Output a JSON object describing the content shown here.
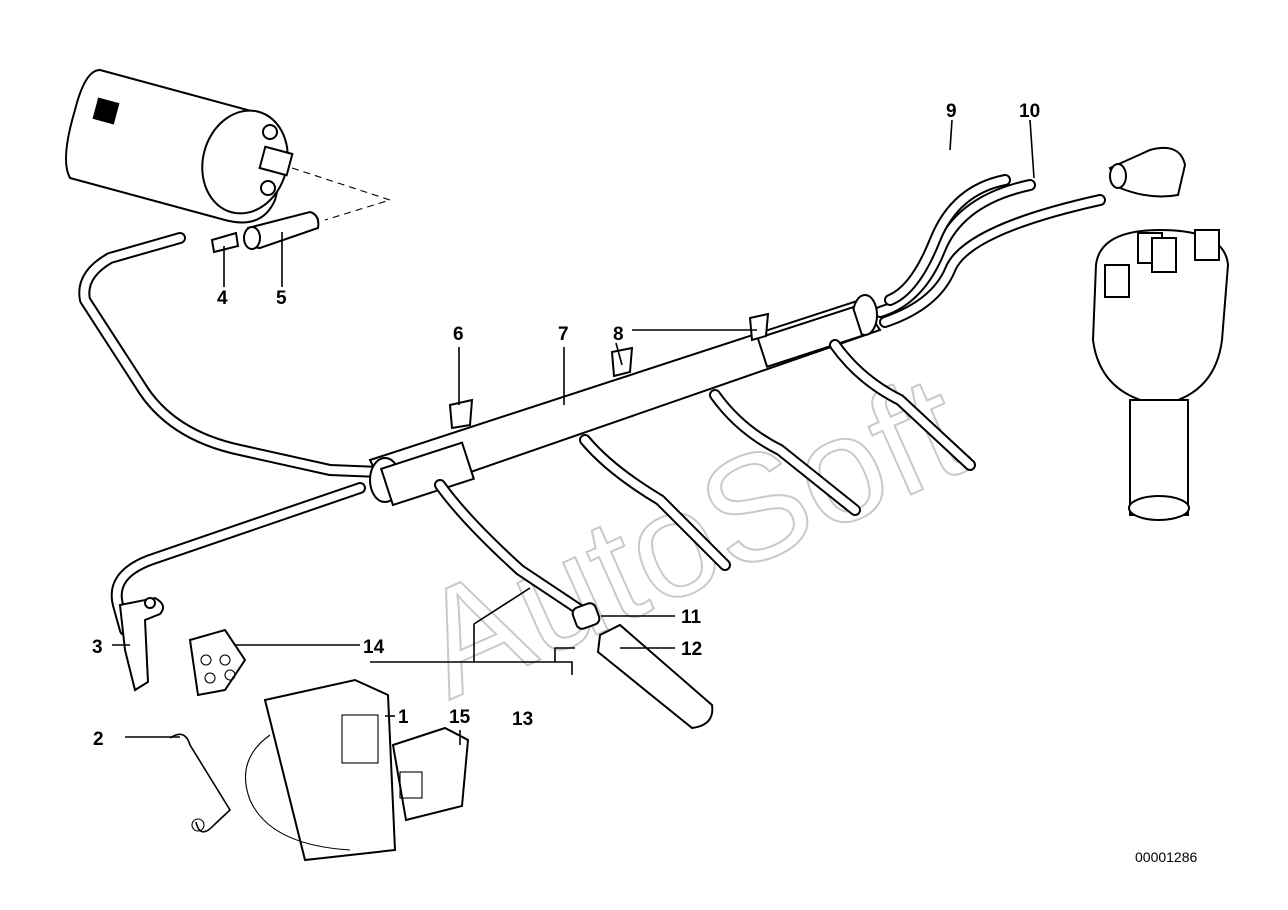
{
  "watermark": "AutoSoft",
  "document_number": "00001286",
  "callouts": [
    "1",
    "2",
    "3",
    "4",
    "5",
    "6",
    "7",
    "8",
    "9",
    "10",
    "11",
    "12",
    "13",
    "14",
    "15"
  ]
}
